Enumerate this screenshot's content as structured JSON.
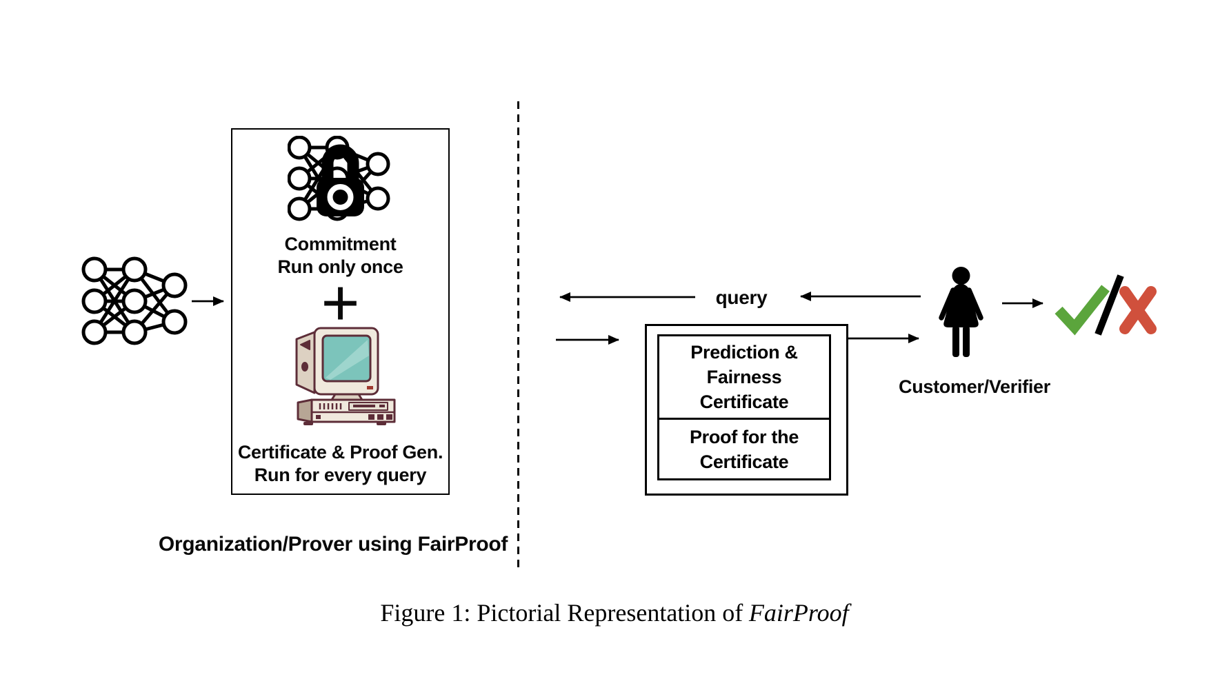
{
  "caption": {
    "prefix": "Figure 1: Pictorial Representation of",
    "emphasis": "FairProof"
  },
  "prover_side": {
    "commitment_title": "Commitment",
    "commitment_subtitle": "Run only once",
    "plus_sign": "+",
    "certgen_title": "Certificate & Proof Gen.",
    "certgen_subtitle": "Run for every query",
    "label": "Organization/Prover using FairProof"
  },
  "verifier_side": {
    "query_label": "query",
    "certificate_box": {
      "top_cell_lines": [
        "Prediction &",
        "Fairness",
        "Certificate"
      ],
      "bottom_cell_lines": [
        "Proof for the",
        "Certificate"
      ]
    },
    "verifier_label": "Customer/Verifier"
  },
  "icons": {
    "input_model": "neural-network-icon",
    "committed_model": "neural-network-with-padlock-icon",
    "generator": "retro-computer-icon",
    "verifier": "woman-person-icon",
    "accept": "green-check-icon",
    "separator": "slash-icon",
    "reject": "red-cross-icon"
  },
  "colors": {
    "ink": "#000000",
    "check_green": "#5ba53c",
    "cross_red": "#d0503c",
    "screen_teal": "#7cc4bb",
    "computer_outline": "#5d2d38",
    "computer_body": "#f0e9dd"
  }
}
